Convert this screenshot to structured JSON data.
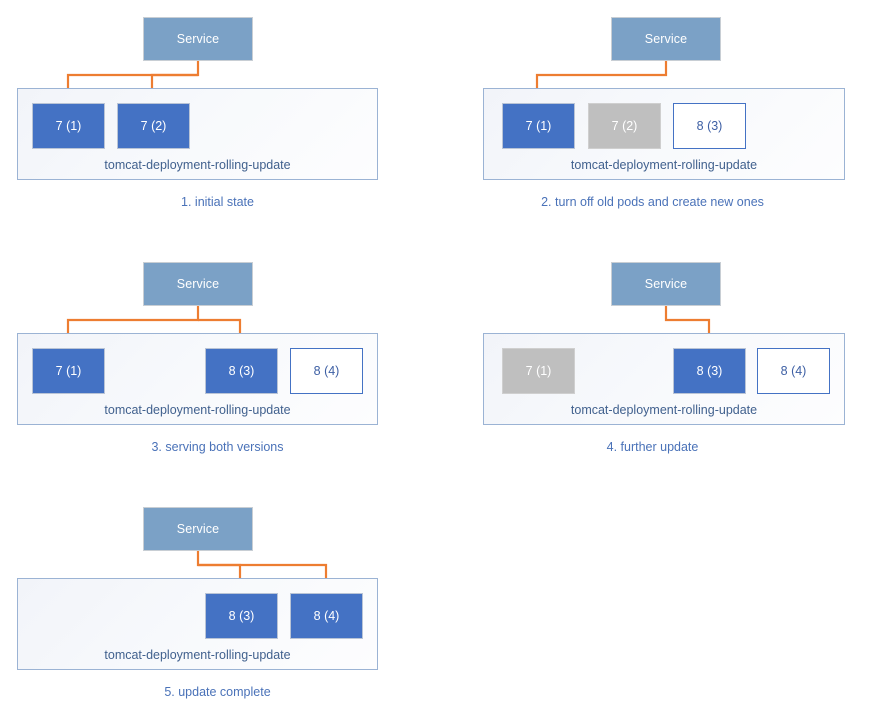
{
  "diagram": {
    "title": "Kubernetes rolling update sequence",
    "colors": {
      "service_fill": "#7BA1C6",
      "pod_active_fill": "#4472C4",
      "pod_terminating_fill": "#BFBFBF",
      "pod_pending_fill": "#FFFFFF",
      "pod_pending_border": "#4472C4",
      "deployment_border": "#9BB3D4",
      "deployment_fill": "#F4F6FA",
      "arrow": "#ED7D31",
      "caption_text": "#4A72B8",
      "deployment_label_text": "#41618E"
    },
    "service_label": "Service",
    "deployment_name": "tomcat-deployment-rolling-update",
    "panels": [
      {
        "id": "panel-1",
        "caption": "1. initial state",
        "service_label": "Service",
        "deployment_name": "tomcat-deployment-rolling-update",
        "pods": [
          {
            "label": "7 (1)",
            "state": "active"
          },
          {
            "label": "7 (2)",
            "state": "active"
          }
        ],
        "arrow_targets": [
          "7 (1)",
          "7 (2)"
        ]
      },
      {
        "id": "panel-2",
        "caption": "2. turn off old pods and create new ones",
        "service_label": "Service",
        "deployment_name": "tomcat-deployment-rolling-update",
        "pods": [
          {
            "label": "7 (1)",
            "state": "active"
          },
          {
            "label": "7 (2)",
            "state": "terminating"
          },
          {
            "label": "8 (3)",
            "state": "pending"
          }
        ],
        "arrow_targets": [
          "7 (1)"
        ]
      },
      {
        "id": "panel-3",
        "caption": "3. serving both versions",
        "service_label": "Service",
        "deployment_name": "tomcat-deployment-rolling-update",
        "pods": [
          {
            "label": "7 (1)",
            "state": "active"
          },
          {
            "label": "8 (3)",
            "state": "active"
          },
          {
            "label": "8 (4)",
            "state": "pending"
          }
        ],
        "arrow_targets": [
          "7 (1)",
          "8 (3)"
        ]
      },
      {
        "id": "panel-4",
        "caption": "4. further update",
        "service_label": "Service",
        "deployment_name": "tomcat-deployment-rolling-update",
        "pods": [
          {
            "label": "7 (1)",
            "state": "terminating"
          },
          {
            "label": "8 (3)",
            "state": "active"
          },
          {
            "label": "8 (4)",
            "state": "pending"
          }
        ],
        "arrow_targets": [
          "8 (3)"
        ]
      },
      {
        "id": "panel-5",
        "caption": "5. update complete",
        "service_label": "Service",
        "deployment_name": "tomcat-deployment-rolling-update",
        "pods": [
          {
            "label": "8 (3)",
            "state": "active"
          },
          {
            "label": "8 (4)",
            "state": "active"
          }
        ],
        "arrow_targets": [
          "8 (3)",
          "8 (4)"
        ]
      }
    ]
  }
}
